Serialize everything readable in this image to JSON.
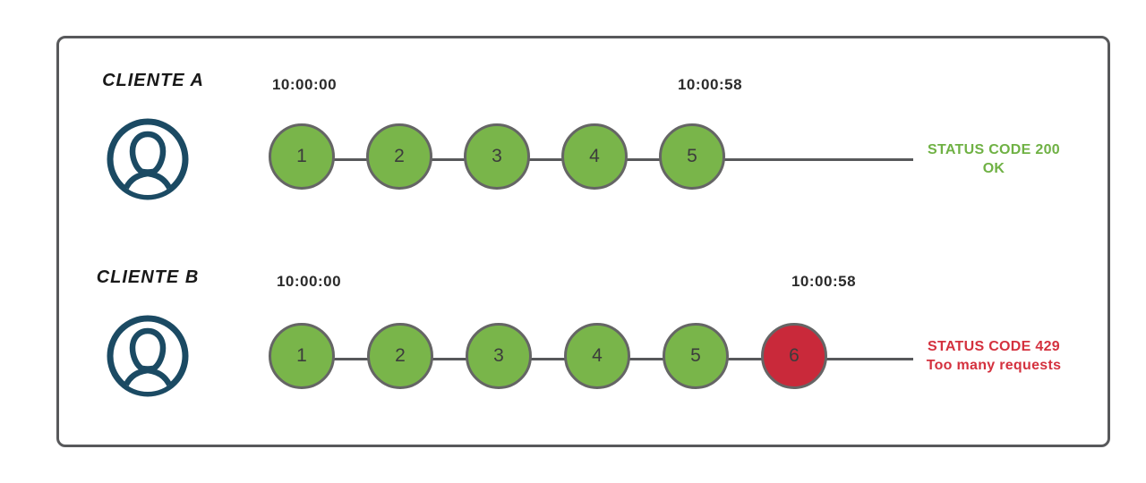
{
  "diagram": {
    "title": "rate-limiting-clients-diagram",
    "rows": [
      {
        "client_label": "CLIENTE A",
        "start_time": "10:00:00",
        "end_time": "10:00:58",
        "requests": [
          {
            "label": "1",
            "state": "ok"
          },
          {
            "label": "2",
            "state": "ok"
          },
          {
            "label": "3",
            "state": "ok"
          },
          {
            "label": "4",
            "state": "ok"
          },
          {
            "label": "5",
            "state": "ok"
          }
        ],
        "status_line1": "STATUS CODE 200",
        "status_line2": "OK",
        "status_color": "#6fb144"
      },
      {
        "client_label": "CLIENTE B",
        "start_time": "10:00:00",
        "end_time": "10:00:58",
        "requests": [
          {
            "label": "1",
            "state": "ok"
          },
          {
            "label": "2",
            "state": "ok"
          },
          {
            "label": "3",
            "state": "ok"
          },
          {
            "label": "4",
            "state": "ok"
          },
          {
            "label": "5",
            "state": "ok"
          },
          {
            "label": "6",
            "state": "blocked"
          }
        ],
        "status_line1": "STATUS CODE 429",
        "status_line2": "Too many requests",
        "status_color": "#d4313e"
      }
    ],
    "colors": {
      "request_ok": "#79b54a",
      "request_blocked": "#c9293a",
      "circle_border": "#656565",
      "circle_number": "#3c3c3c",
      "timeline": "#58595b",
      "frame_border": "#58595b",
      "person_icon": "#1b4a63",
      "timestamp_text": "#2b2b2b",
      "client_label_text": "#181818",
      "status_ok_text": "#6fb144",
      "status_blocked_text": "#d4313e"
    },
    "icons": {
      "person": "person-in-circle-icon"
    }
  }
}
